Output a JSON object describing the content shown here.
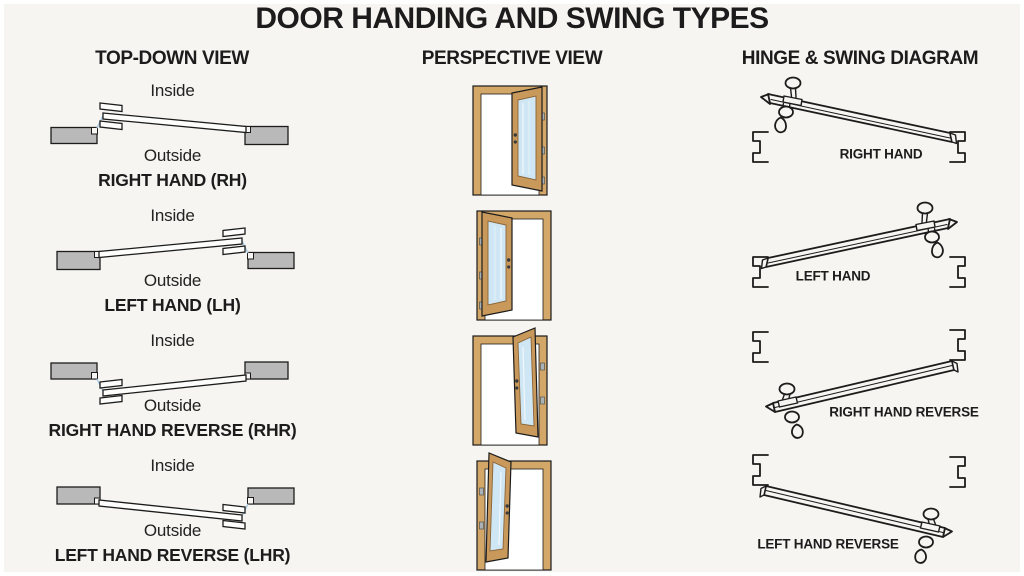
{
  "title": "DOOR HANDING AND SWING TYPES",
  "columns": {
    "topdown": "TOP-DOWN VIEW",
    "perspective": "PERSPECTIVE VIEW",
    "hinge": "HINGE & SWING DIAGRAM"
  },
  "topdown_rows": [
    {
      "inside": "Inside",
      "outside": "Outside",
      "label": "RIGHT HAND (RH)"
    },
    {
      "inside": "Inside",
      "outside": "Outside",
      "label": "LEFT HAND (LH)"
    },
    {
      "inside": "Inside",
      "outside": "Outside",
      "label": "RIGHT HAND REVERSE (RHR)"
    },
    {
      "inside": "Inside",
      "outside": "Outside",
      "label": "LEFT HAND REVERSE (LHR)"
    }
  ],
  "hinge_rows": [
    {
      "label": "RIGHT HAND"
    },
    {
      "label": "LEFT HAND"
    },
    {
      "label": "RIGHT HAND REVERSE"
    },
    {
      "label": "LEFT HAND REVERSE"
    }
  ],
  "colors": {
    "bg": "#f6f5f1",
    "line": "#1c1c1c",
    "wall": "#b9b9b9",
    "door-face": "#fdfdfc",
    "wood": "#c9995c",
    "wood-light": "#d3a768",
    "wood-dark": "#8a6436",
    "glass": "#cfe6f4",
    "hinge-blue": "#a9c9e4",
    "handle": "#3a3a3a"
  }
}
